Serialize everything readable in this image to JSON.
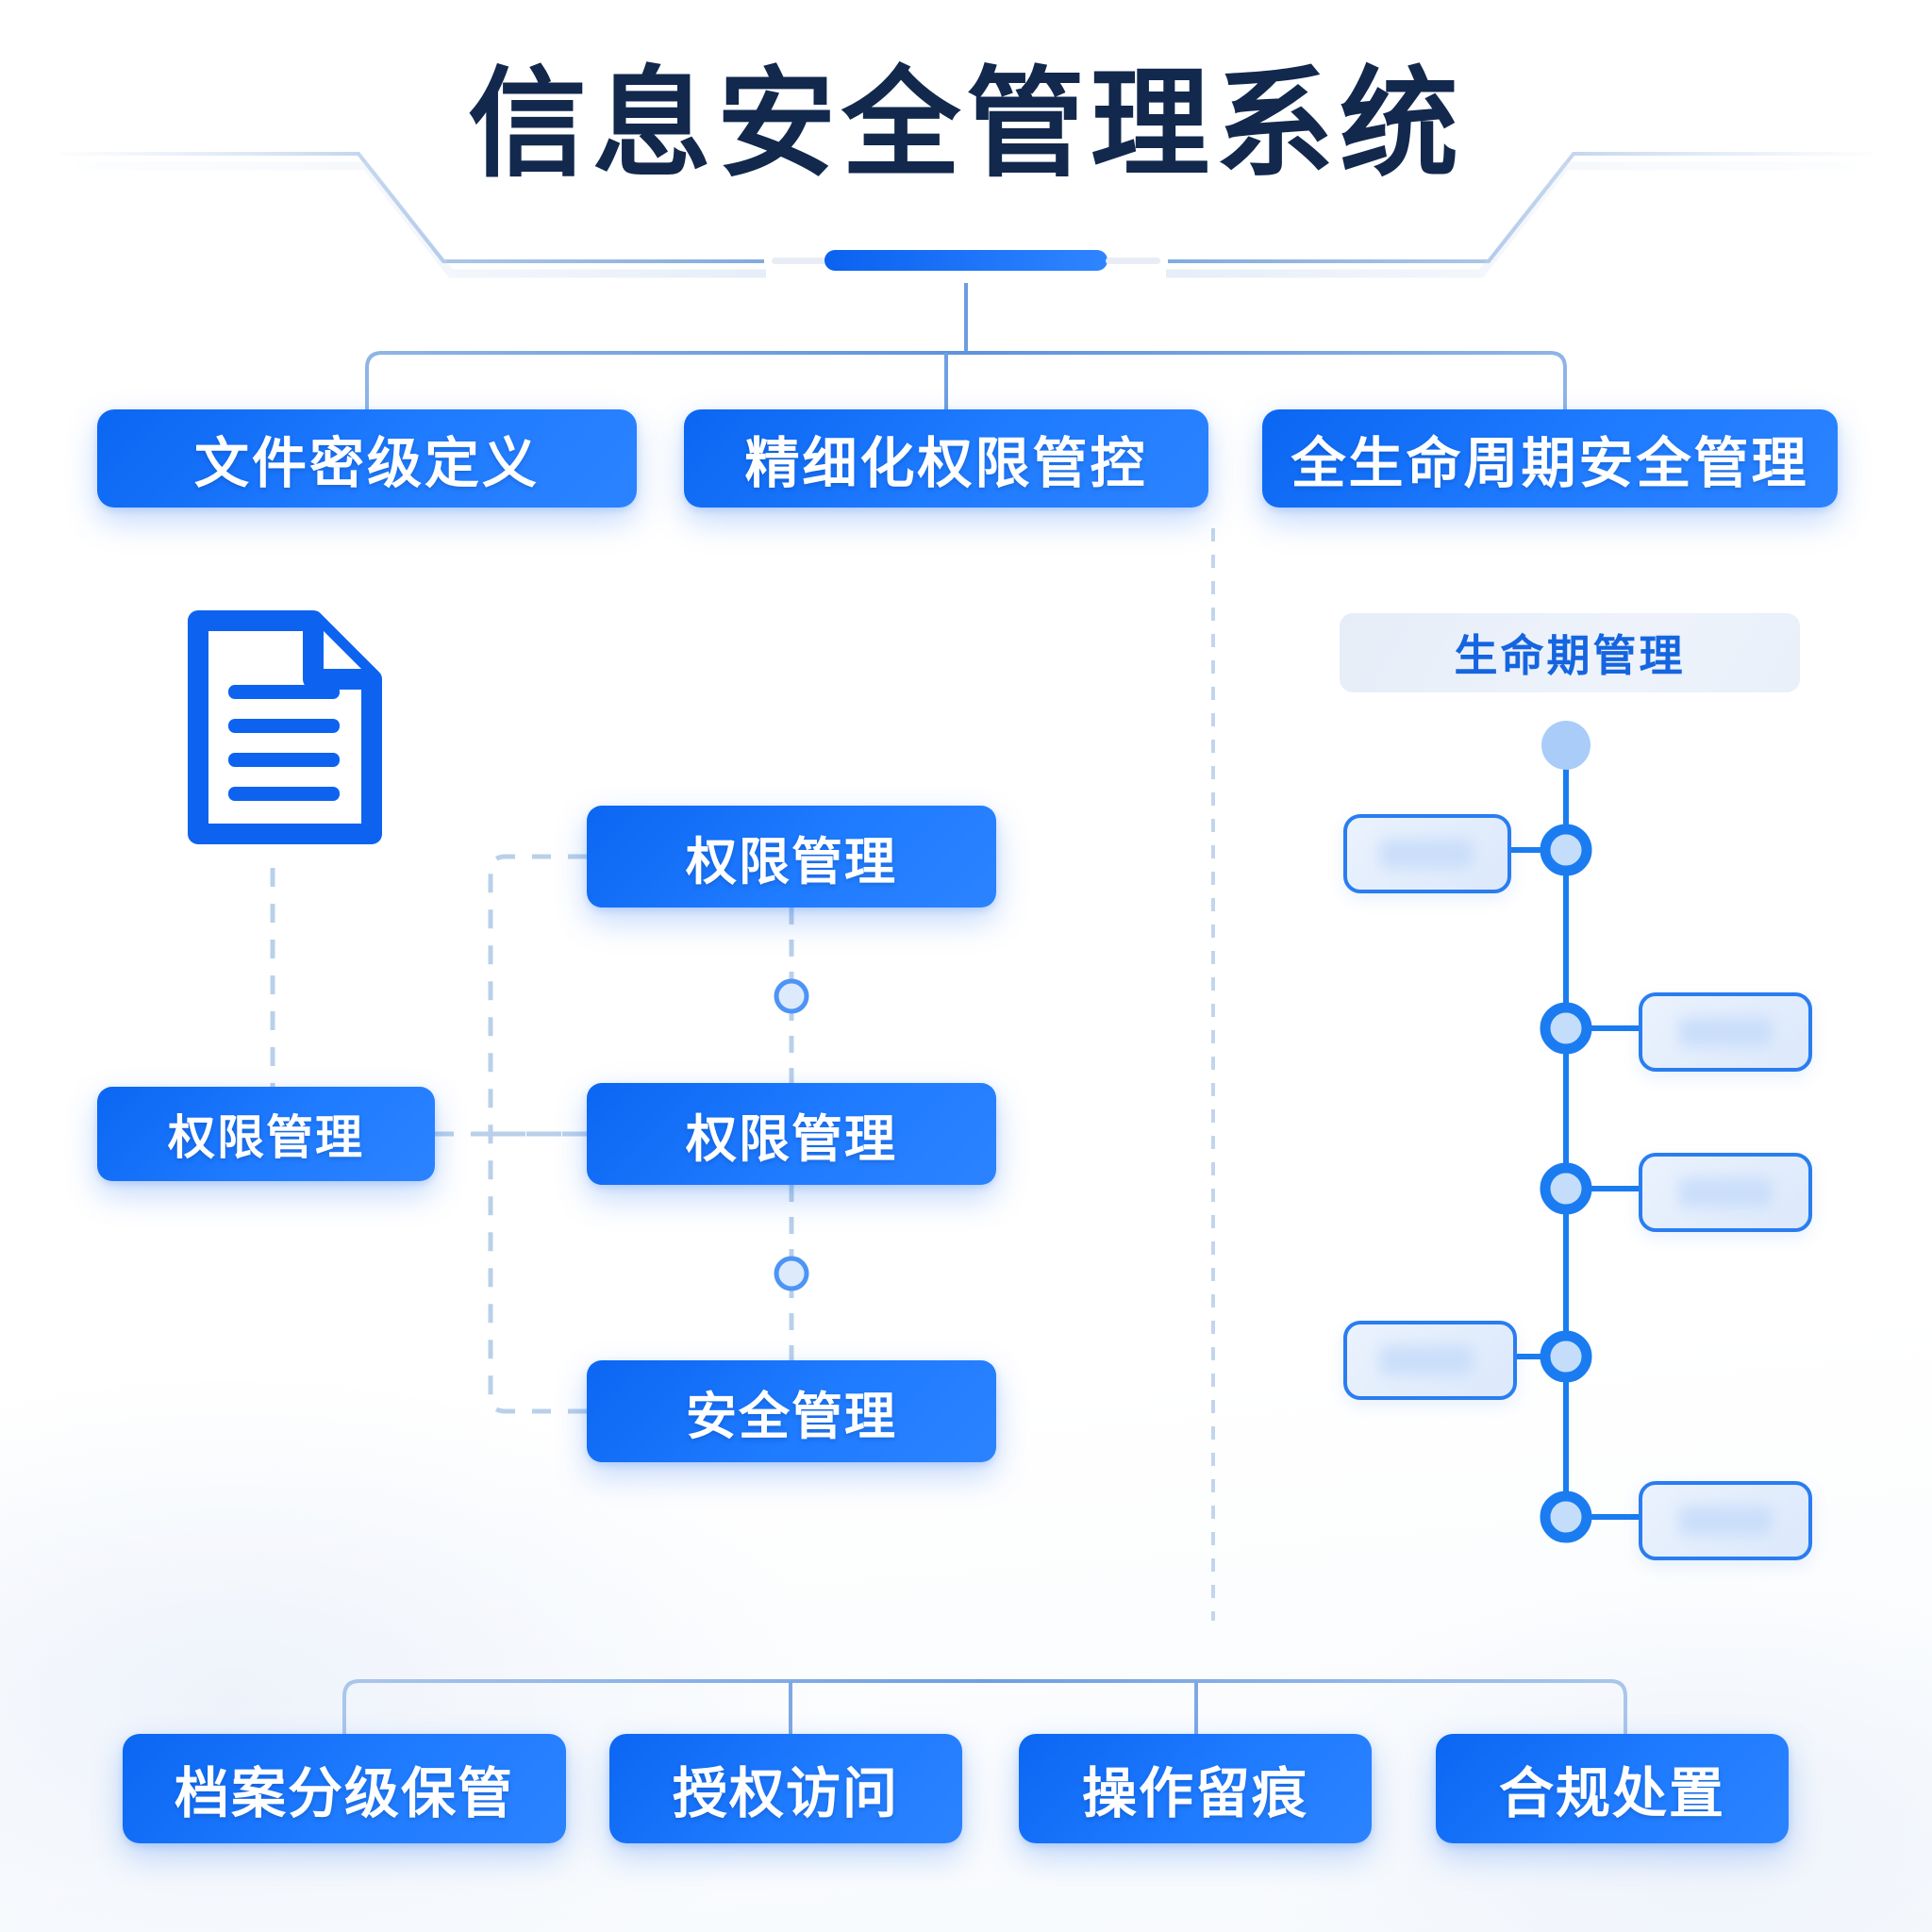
{
  "page": {
    "title": "信息安全管理系统",
    "accent_blue": "#1a6df0",
    "title_color": "#12284d",
    "background": "#ffffff"
  },
  "header": {
    "title": "信息安全管理系统",
    "underline_color": "#0a62f0"
  },
  "tier1": {
    "items": [
      {
        "label": "文件密级定义"
      },
      {
        "label": "精细化权限管控"
      },
      {
        "label": "全生命周期安全管理"
      }
    ]
  },
  "left_column": {
    "doc_icon": "document-lines-icon",
    "box": {
      "label": "权限管理"
    }
  },
  "mid_column": {
    "boxes": [
      {
        "label": "权限管理"
      },
      {
        "label": "权限管理"
      },
      {
        "label": "安全管理"
      }
    ]
  },
  "lifecycle": {
    "header": "生命期管理",
    "header_text_color": "#1565e0",
    "node_color": "#1a7cf0",
    "cards": [
      {
        "side": "left",
        "label": ""
      },
      {
        "side": "right",
        "label": ""
      },
      {
        "side": "right",
        "label": ""
      },
      {
        "side": "left",
        "label": ""
      },
      {
        "side": "right",
        "label": ""
      }
    ]
  },
  "tier3": {
    "items": [
      {
        "label": "档案分级保管"
      },
      {
        "label": "授权访问"
      },
      {
        "label": "操作留痕"
      },
      {
        "label": "合规处置"
      }
    ]
  }
}
